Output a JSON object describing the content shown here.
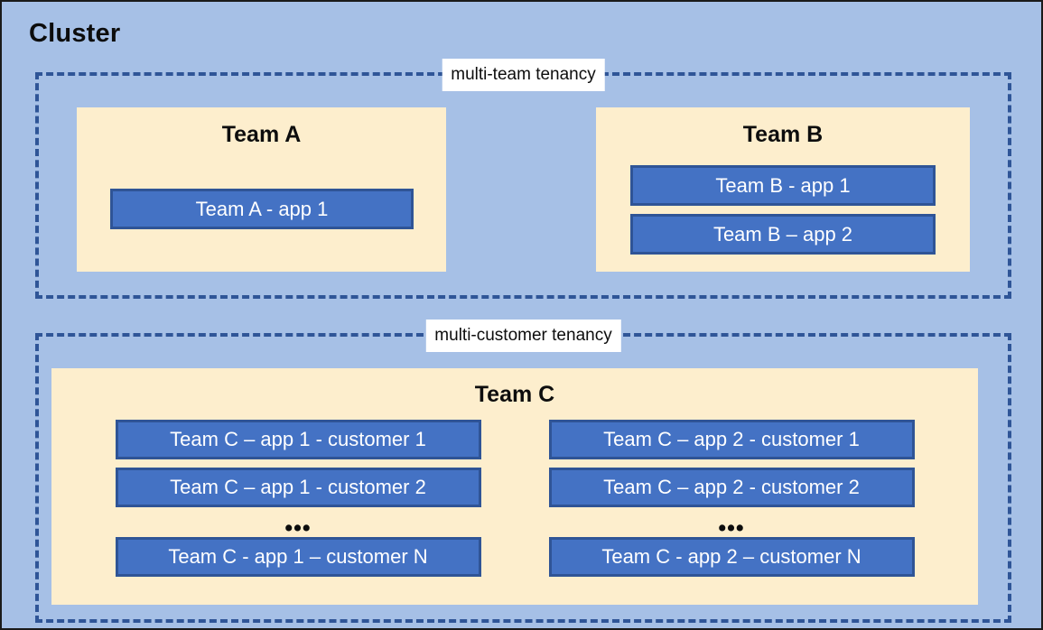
{
  "cluster": {
    "title": "Cluster",
    "background_color": "#a6c0e6",
    "border_color": "#1a1a1a"
  },
  "colors": {
    "cluster_background": "#a6c0e6",
    "team_box_fill": "#fdeecd",
    "app_box_fill": "#4472c4",
    "app_box_border": "#2f5496",
    "dashed_border": "#2f5597",
    "label_background": "#ffffff",
    "text_dark": "#0d0d0d",
    "text_light": "#ffffff"
  },
  "tenancies": [
    {
      "id": "multi-team",
      "label": "multi-team tenancy",
      "teams": [
        {
          "id": "team-a",
          "title": "Team A",
          "apps": [
            {
              "label": "Team A - app 1"
            }
          ]
        },
        {
          "id": "team-b",
          "title": "Team B",
          "apps": [
            {
              "label": "Team B - app 1"
            },
            {
              "label": "Team B – app 2"
            }
          ]
        }
      ]
    },
    {
      "id": "multi-customer",
      "label": "multi-customer tenancy",
      "teams": [
        {
          "id": "team-c",
          "title": "Team C",
          "columns": [
            {
              "id": "team-c-app-1",
              "apps": [
                {
                  "label": "Team C – app 1 - customer 1"
                },
                {
                  "label": "Team C – app 1 - customer 2"
                }
              ],
              "ellipsis": "•••",
              "last_app": {
                "label": "Team C - app 1 – customer N"
              }
            },
            {
              "id": "team-c-app-2",
              "apps": [
                {
                  "label": "Team C – app 2 - customer 1"
                },
                {
                  "label": "Team C – app 2 - customer 2"
                }
              ],
              "ellipsis": "•••",
              "last_app": {
                "label": "Team C - app 2 – customer N"
              }
            }
          ]
        }
      ]
    }
  ]
}
